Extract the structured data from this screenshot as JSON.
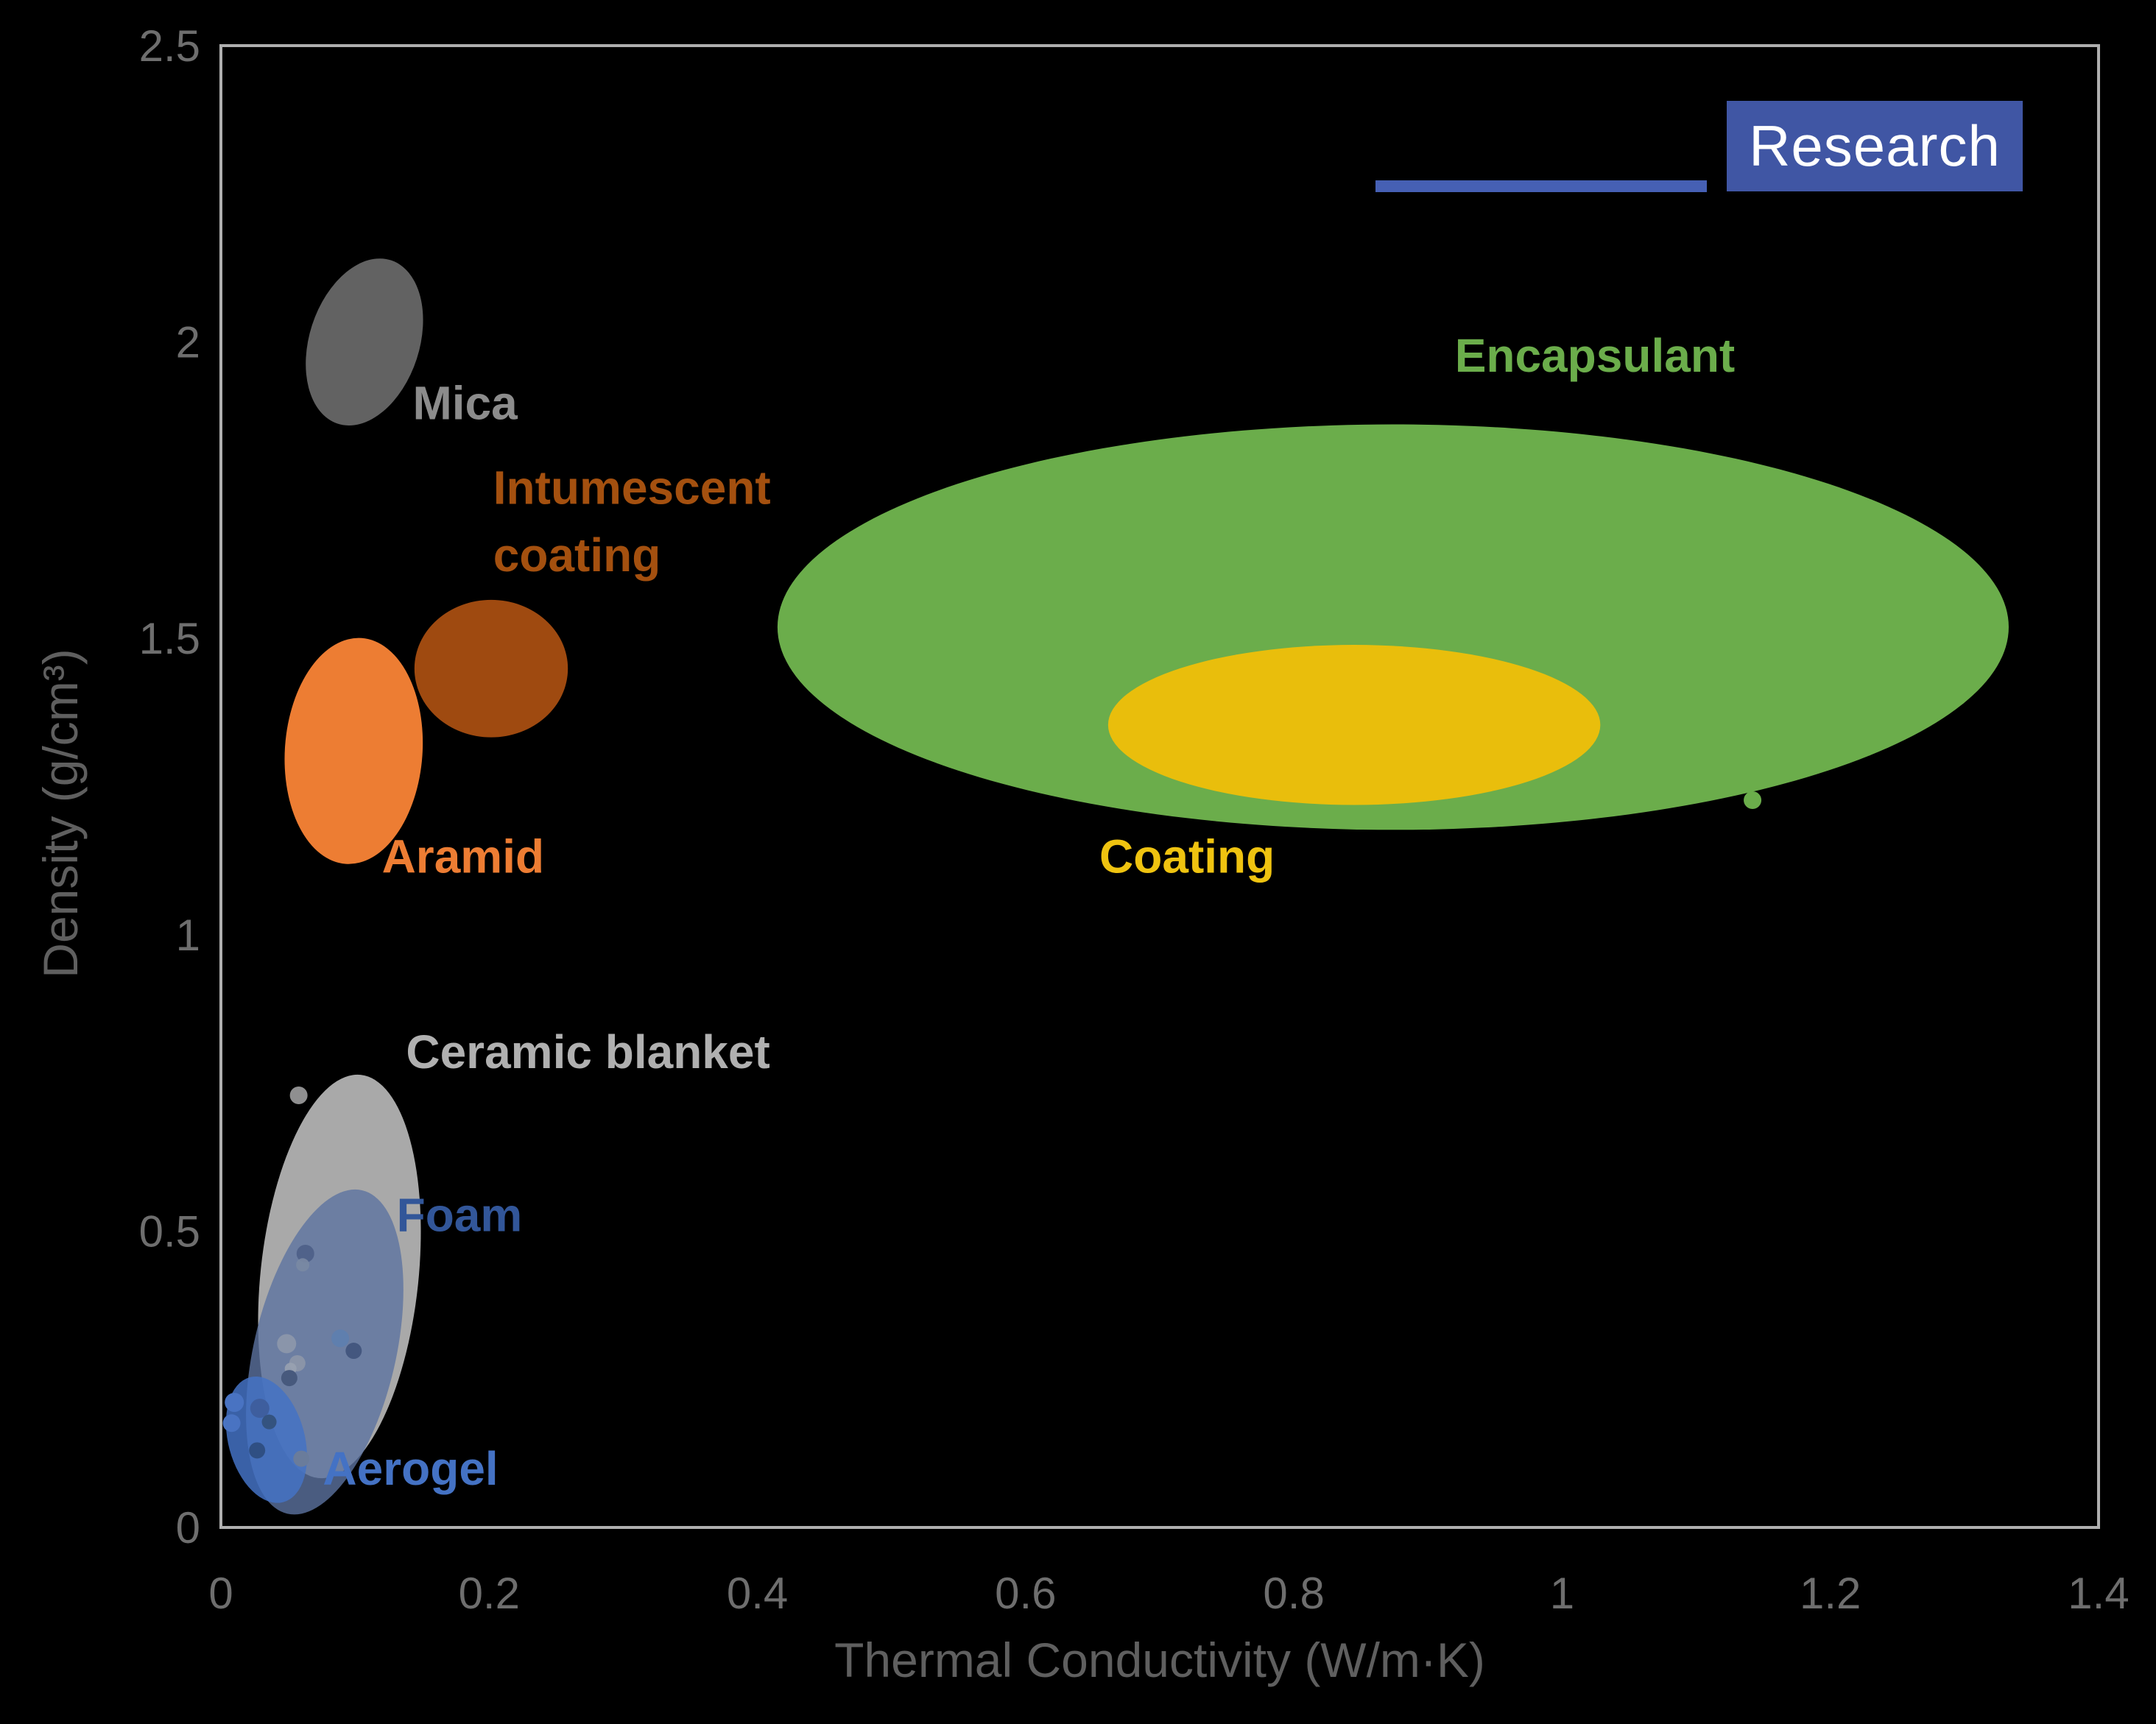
{
  "logo": {
    "text": "Research",
    "bar_color": "#4660B4",
    "box_color": "#4056A4",
    "text_color": "#FFFFFF"
  },
  "chart_data": {
    "type": "scatter",
    "title": "",
    "xlabel": "Thermal Conductivity (W/m·K)",
    "ylabel": "Density (g/cm³)",
    "xlim": [
      0,
      1.4
    ],
    "ylim": [
      0,
      2.5
    ],
    "x_ticks": [
      0,
      0.2,
      0.4,
      0.6,
      0.8,
      1,
      1.2,
      1.4
    ],
    "x_tick_labels": [
      "0",
      "0.2",
      "0.4",
      "0.6",
      "0.8",
      "1",
      "1.2",
      "1.4"
    ],
    "y_ticks": [
      0,
      0.5,
      1,
      1.5,
      2,
      2.5
    ],
    "y_tick_labels": [
      "0",
      "0.5",
      "1",
      "1.5",
      "2",
      "2.5"
    ],
    "grid": false,
    "legend": "none",
    "plot_border_color": "#AFAFAF",
    "tick_label_color": "#6E6E6E",
    "axis_title_color": "#5F5F5F",
    "background_color": "#000000",
    "regions": [
      {
        "name": "ceramic-blanket",
        "cx": 0.0884,
        "cy": 0.4235,
        "rx": 0.0589,
        "ry": 0.342,
        "rotation_deg": 6,
        "color": "#A9A9A9",
        "opacity": 1,
        "label": {
          "lines": [
            "Ceramic blanket"
          ],
          "x": 0.138,
          "y": 0.775,
          "color": "#B0B0B0"
        }
      },
      {
        "name": "foam",
        "cx": 0.0774,
        "cy": 0.296,
        "rx": 0.053,
        "ry": 0.28,
        "rotation_deg": 13,
        "color": "#5D73A0",
        "opacity": 0.8,
        "label": {
          "lines": [
            "Foam"
          ],
          "x": 0.131,
          "y": 0.5,
          "color": "#325699"
        }
      },
      {
        "name": "aerogel",
        "cx": 0.034,
        "cy": 0.148,
        "rx": 0.0285,
        "ry": 0.109,
        "rotation_deg": -15,
        "color": "#4472C4",
        "opacity": 0.85,
        "label": {
          "lines": [
            "Aerogel"
          ],
          "x": 0.076,
          "y": 0.072,
          "color": "#4472C4"
        }
      },
      {
        "name": "mica",
        "cx": 0.107,
        "cy": 2.0,
        "rx": 0.041,
        "ry": 0.145,
        "rotation_deg": 18,
        "color": "#626262",
        "opacity": 1,
        "label": {
          "lines": [
            "Mica"
          ],
          "x": 0.143,
          "y": 1.87,
          "color": "#8C8C8C"
        }
      },
      {
        "name": "intumescent-coating",
        "cx": 0.2015,
        "cy": 1.449,
        "rx": 0.0572,
        "ry": 0.116,
        "rotation_deg": 0,
        "color": "#9F4A10",
        "opacity": 1,
        "label": {
          "lines": [
            "Intumescent",
            "coating"
          ],
          "x": 0.203,
          "y": 1.727,
          "color": "#A4500F"
        }
      },
      {
        "name": "aramid",
        "cx": 0.099,
        "cy": 1.31,
        "rx": 0.0513,
        "ry": 0.191,
        "rotation_deg": 4,
        "color": "#ED7D33",
        "opacity": 1,
        "label": {
          "lines": [
            "Aramid"
          ],
          "x": 0.12,
          "y": 1.105,
          "color": "#ED7D33"
        }
      },
      {
        "name": "encapsulant",
        "cx": 0.874,
        "cy": 1.519,
        "rx": 0.459,
        "ry": 0.342,
        "rotation_deg": 0,
        "color": "#6BAD4B",
        "opacity": 1,
        "label": {
          "lines": [
            "Encapsulant"
          ],
          "x": 0.92,
          "y": 1.95,
          "color": "#6BAD4B"
        }
      },
      {
        "name": "coating",
        "cx": 0.845,
        "cy": 1.354,
        "rx": 0.1835,
        "ry": 0.135,
        "rotation_deg": 0,
        "color": "#E9BE0C",
        "opacity": 1,
        "label": {
          "lines": [
            "Coating"
          ],
          "x": 0.655,
          "y": 1.105,
          "color": "#EFC310"
        }
      }
    ],
    "points": [
      {
        "x": 0.063,
        "y": 0.462,
        "r": 12,
        "color": "#50628A",
        "opacity": 1
      },
      {
        "x": 0.061,
        "y": 0.443,
        "r": 9,
        "color": "#7A89A3",
        "opacity": 0.9
      },
      {
        "x": 0.058,
        "y": 0.729,
        "r": 12,
        "color": "#9E9EA0",
        "opacity": 0.9
      },
      {
        "x": 0.049,
        "y": 0.31,
        "r": 13,
        "color": "#8C97AB",
        "opacity": 0.95
      },
      {
        "x": 0.089,
        "y": 0.319,
        "r": 12,
        "color": "#5F7FAE",
        "opacity": 1
      },
      {
        "x": 0.099,
        "y": 0.298,
        "r": 11,
        "color": "#44577F",
        "opacity": 1
      },
      {
        "x": 0.057,
        "y": 0.277,
        "r": 11,
        "color": "#8C96A9",
        "opacity": 0.95
      },
      {
        "x": 0.052,
        "y": 0.268,
        "r": 8,
        "color": "#98A1B0",
        "opacity": 0.9
      },
      {
        "x": 0.051,
        "y": 0.252,
        "r": 11,
        "color": "#47597D",
        "opacity": 1
      },
      {
        "x": 0.029,
        "y": 0.201,
        "r": 13,
        "color": "#3E5E9E",
        "opacity": 1
      },
      {
        "x": 0.036,
        "y": 0.178,
        "r": 10,
        "color": "#34537F",
        "opacity": 1
      },
      {
        "x": 0.027,
        "y": 0.13,
        "r": 11,
        "color": "#2F4F83",
        "opacity": 1
      },
      {
        "x": 0.06,
        "y": 0.116,
        "r": 11,
        "color": "#6A7C9B",
        "opacity": 1
      },
      {
        "x": 0.01,
        "y": 0.211,
        "r": 13,
        "color": "#4973C2",
        "opacity": 1
      },
      {
        "x": 0.008,
        "y": 0.176,
        "r": 12,
        "color": "#4973C2",
        "opacity": 1
      },
      {
        "x": 1.142,
        "y": 1.227,
        "r": 12,
        "color": "#6BAD4B",
        "opacity": 1
      }
    ]
  }
}
